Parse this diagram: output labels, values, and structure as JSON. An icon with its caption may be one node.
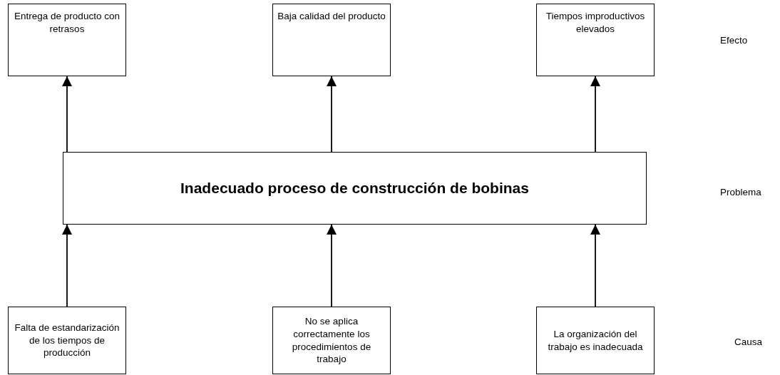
{
  "diagram": {
    "nodes": [
      {
        "text": [
          "Entrega de producto con retrasos"
        ]
      },
      {
        "text": [
          "Baja calidad del producto"
        ]
      },
      {
        "text": [
          "Tiempos improductivos elevados"
        ]
      },
      {
        "text": [
          "Inadecuado proceso de construcción de bobinas"
        ]
      },
      {
        "text": [
          "Falta de estandarización de los tiempos de producción"
        ]
      },
      {
        "text": [
          "No se aplica correctamente los procedimientos de trabajo"
        ]
      },
      {
        "text": [
          "La organización del trabajo es inadecuada"
        ]
      }
    ],
    "edges": [
      {
        "from": 3,
        "to": 0,
        "arrow": "to"
      },
      {
        "from": 3,
        "to": 1,
        "arrow": "to"
      },
      {
        "from": 3,
        "to": 2,
        "arrow": "to"
      },
      {
        "from": 4,
        "to": 3,
        "arrow": "to"
      },
      {
        "from": 5,
        "to": 3,
        "arrow": "to"
      },
      {
        "from": 6,
        "to": 3,
        "arrow": "to"
      }
    ],
    "labels": [
      "Efecto",
      "Problema",
      "Causa"
    ]
  }
}
